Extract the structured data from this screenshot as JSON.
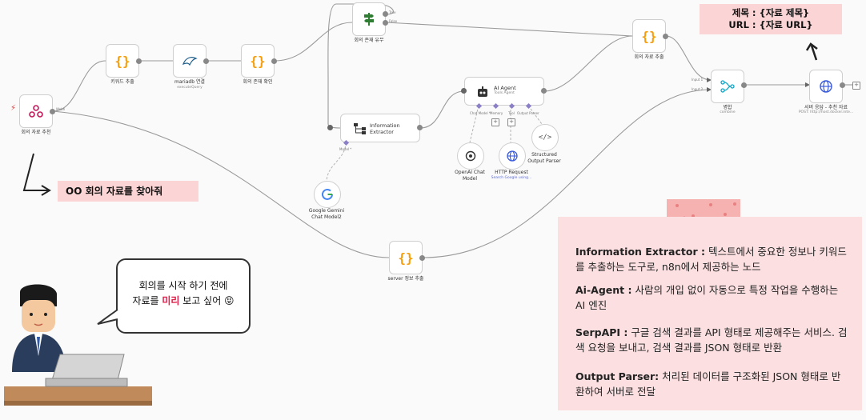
{
  "workflow": {
    "nodes": {
      "trigger": {
        "label": "회의 자료 추천",
        "output_tag": "Webh"
      },
      "keyword": {
        "label": "키워드 추출"
      },
      "mariadb": {
        "label": "mariadb 연결",
        "sub": "executeQuery"
      },
      "check": {
        "label": "회의 존재 확인"
      },
      "exists": {
        "label": "회의 존재 유무",
        "true_tag": "True",
        "false_tag": "False"
      },
      "extractor": {
        "label_line1": "Information",
        "label_line2": "Extractor",
        "model_tag": "Model *"
      },
      "agent": {
        "label": "AI Agent",
        "sub": "Tools Agent",
        "tag_model": "Chat Model *",
        "tag_memory": "Memory",
        "tag_tool": "Tool",
        "tag_parser": "Output Parser"
      },
      "openai": {
        "label_line1": "OpenAI Chat",
        "label_line2": "Model"
      },
      "http": {
        "label": "HTTP Request",
        "sub": "Search Google using..."
      },
      "parser": {
        "label_line1": "Structured",
        "label_line2": "Output Parser"
      },
      "gemini": {
        "label_line1": "Google Gemini",
        "label_line2": "Chat Model2"
      },
      "material": {
        "label": "회의 자료 추출"
      },
      "server_info": {
        "label": "server 정보 추출"
      },
      "merge": {
        "label": "병합",
        "sub": "combine",
        "in1": "Input 1",
        "in2": "Input 2"
      },
      "response": {
        "label": "서버 응답 - 추천 자료",
        "sub": "POST: http://host.docker.inte..."
      }
    }
  },
  "annotations": {
    "result_line1": "제목 : {자료 제목}",
    "result_line2": "URL : {자료 URL}",
    "request": "OO 회의 자료를 찾아줘",
    "bubble_line1": "회의를 시작 하기 전에",
    "bubble_pre": "자료를 ",
    "bubble_em": "미리",
    "bubble_post": " 보고 싶어 😝"
  },
  "info": [
    {
      "title": "Information Extractor :",
      "text": " 텍스트에서 중요한 정보나 키워드를 추출하는 도구로, n8n에서 제공하는 노드"
    },
    {
      "title": "Ai-Agent :",
      "text": " 사람의 개입 없이 자동으로 특정 작업을 수행하는 AI 엔진"
    },
    {
      "title": "SerpAPI :",
      "text": " 구글 검색 결과를 API 형태로 제공해주는 서비스. 검색 요청을 보내고, 검색 결과를 JSON 형태로 반환"
    },
    {
      "title": "Output Parser:",
      "text": " 처리된 데이터를 구조화된 JSON 형태로 반환하여 서버로 전달"
    }
  ],
  "colors": {
    "accent_red": "#e11d48",
    "brace_orange": "#f59e0b",
    "pink": "#fbd5d5"
  }
}
